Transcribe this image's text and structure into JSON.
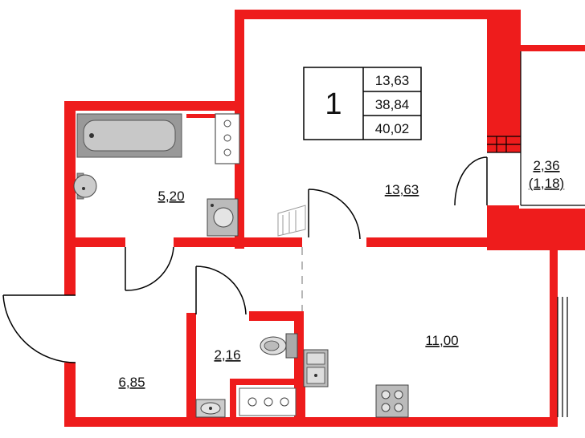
{
  "summary": {
    "rooms_count": "1",
    "living_area": "13,63",
    "total_area": "38,84",
    "area_with_balcony": "40,02"
  },
  "rooms": {
    "living_room": "13,63",
    "bathroom": "5,20",
    "kitchen": "11,00",
    "hallway": "6,85",
    "toilet": "2,16",
    "balcony": "2,36",
    "balcony_reduced": "(1,18)"
  },
  "colors": {
    "wall": "#ee1c1c",
    "fixture": "#888888",
    "line": "#000000"
  }
}
